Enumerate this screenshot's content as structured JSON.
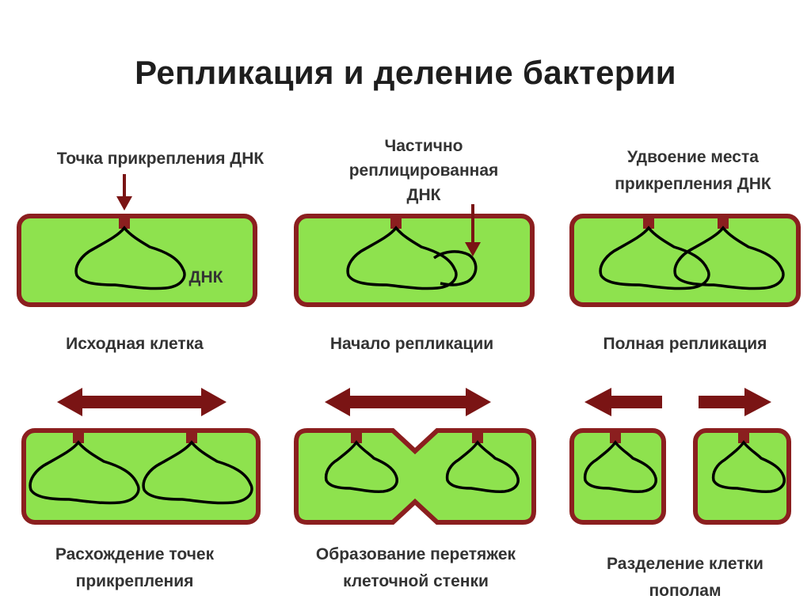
{
  "title": "Репликация и деление бактерии",
  "colors": {
    "cell_fill": "#8ee24e",
    "cell_border": "#8b1f1f",
    "arrow": "#7a1414",
    "dna": "#000000"
  },
  "annotations": {
    "attachment_point": "Точка прикрепления ДНК",
    "dna": "ДНК",
    "partial_line1": "Частично",
    "partial_line2": "реплицированная",
    "partial_line3": "ДНК",
    "doubling_line1": "Удвоение места",
    "doubling_line2": "прикрепления ДНК"
  },
  "stages": {
    "initial": "Исходная клетка",
    "start": "Начало репликации",
    "full": "Полная репликация",
    "separation_line1": "Расхождение точек",
    "separation_line2": "прикрепления",
    "constriction_line1": "Образование перетяжек",
    "constriction_line2": "клеточной стенки",
    "division_line1": "Разделение клетки",
    "division_line2": "пополам"
  }
}
